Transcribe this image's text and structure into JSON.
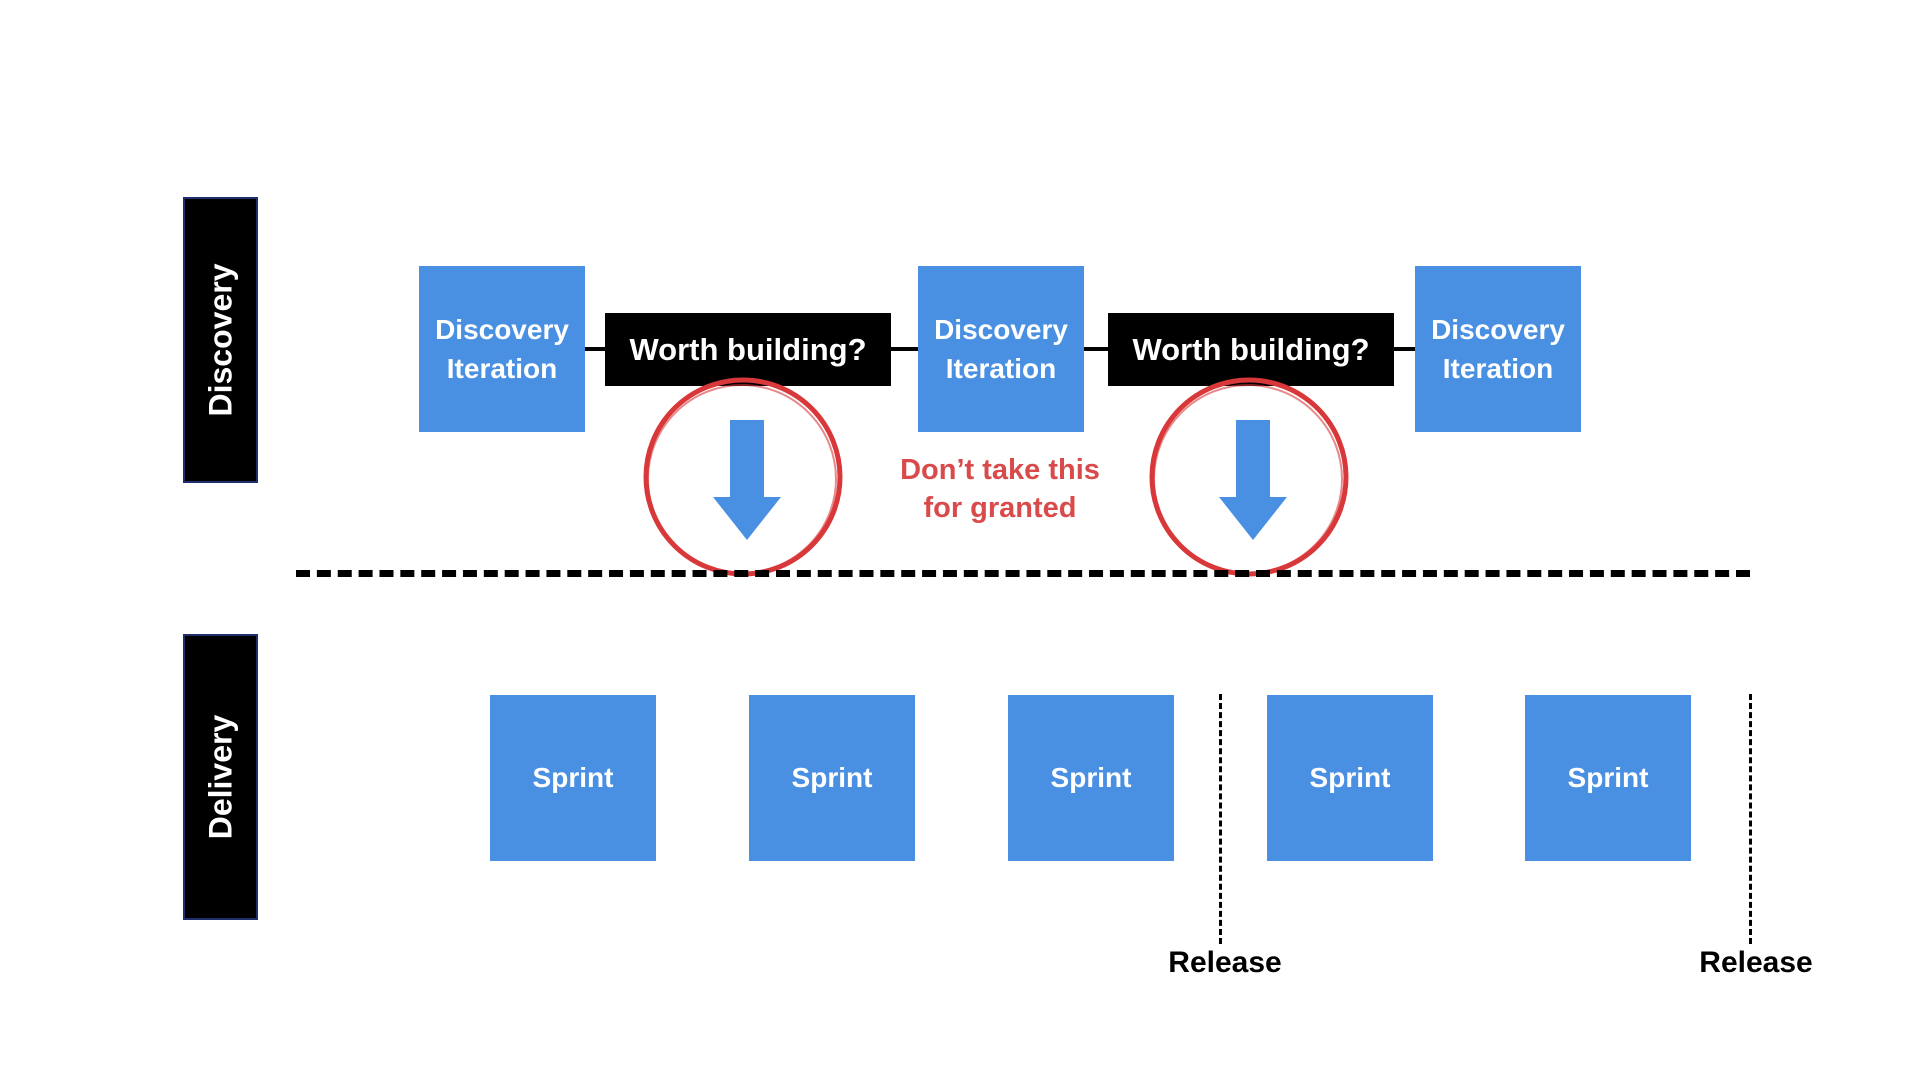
{
  "colors": {
    "box_blue": "#4a90e2",
    "arrow_blue": "#4a90e2",
    "label_black": "#000000",
    "circle_red": "#d9383a",
    "note_red": "#d94a4a"
  },
  "lanes": {
    "discovery": "Discovery",
    "delivery": "Delivery"
  },
  "discovery": {
    "iterations": [
      {
        "line1": "Discovery",
        "line2": "Iteration"
      },
      {
        "line1": "Discovery",
        "line2": "Iteration"
      },
      {
        "line1": "Discovery",
        "line2": "Iteration"
      }
    ],
    "decisions": [
      "Worth building?",
      "Worth building?"
    ],
    "gate_icon": "down-arrow-icon",
    "note": {
      "line1": "Don’t take this",
      "line2": "for granted"
    }
  },
  "delivery": {
    "sprints": [
      "Sprint",
      "Sprint",
      "Sprint",
      "Sprint",
      "Sprint"
    ],
    "releases": [
      "Release",
      "Release"
    ]
  }
}
